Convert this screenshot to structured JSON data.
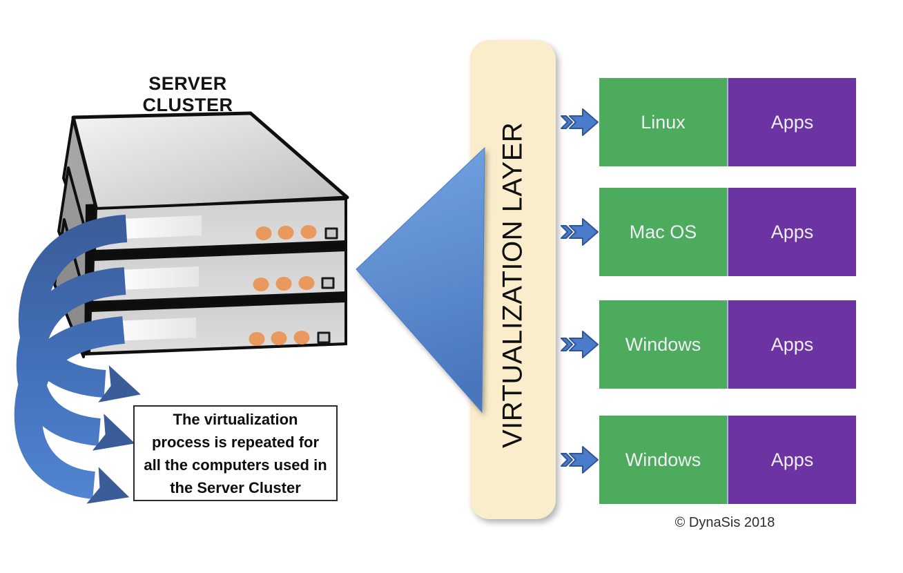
{
  "title": "SERVER CLUSTER",
  "virtualization_layer": {
    "label": "VIRTUALIZATION LAYER"
  },
  "note": {
    "lines": [
      "The virtualization",
      "process is repeated for",
      "all the computers used in",
      "the Server Cluster"
    ]
  },
  "vm_rows": [
    {
      "os": "Linux",
      "apps": "Apps"
    },
    {
      "os": "Mac OS",
      "apps": "Apps"
    },
    {
      "os": "Windows",
      "apps": "Apps"
    },
    {
      "os": "Windows",
      "apps": "Apps"
    }
  ],
  "copyright": "© DynaSis 2018",
  "server_cluster": {
    "units": 3,
    "leds_per_unit": 3
  },
  "colors": {
    "green_box": "#4CAB5C",
    "purple_box": "#6B34A2",
    "box_divider": "#A9B7D6",
    "flow_blue": "#4A7CCB",
    "flow_blue_dark": "#3A5C99",
    "flow_blue_outline": "#2F5597",
    "triangle_blue": "#5B8BD0",
    "layer_cream": "#FAEDCB",
    "led_orange": "#E9995D",
    "server_gray": "#D2D2D2",
    "ink": "#141414"
  }
}
